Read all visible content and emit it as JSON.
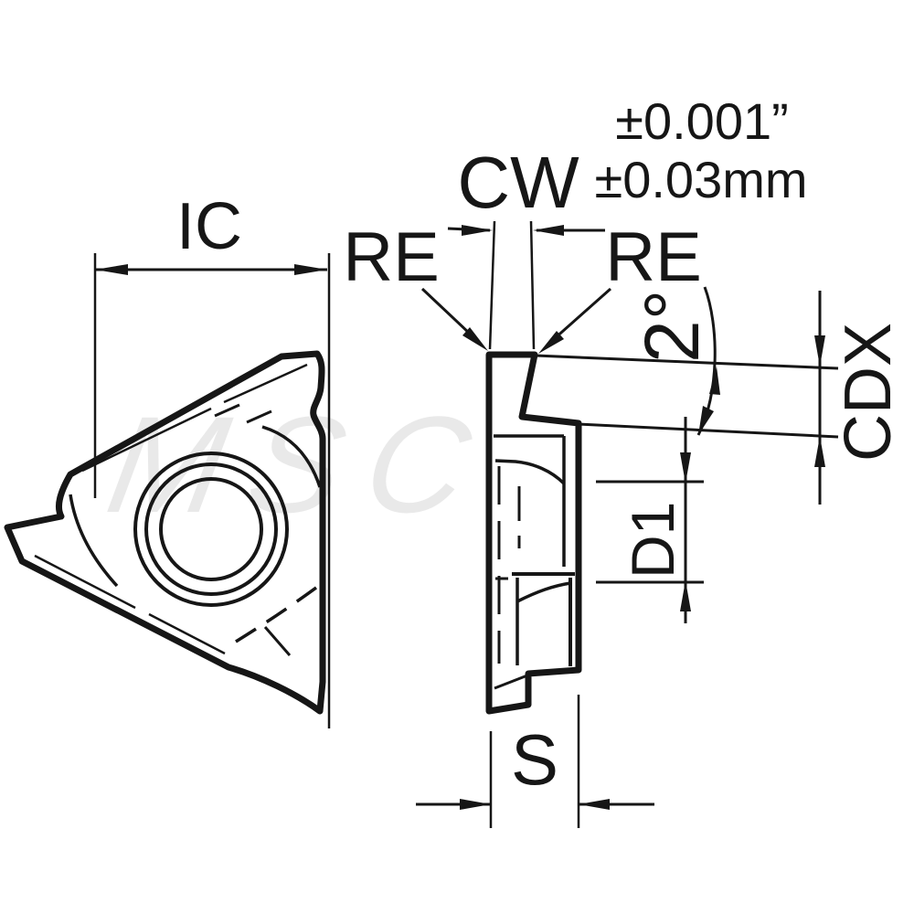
{
  "drawing": {
    "type": "insert-dimension-diagram",
    "background": "#ffffff",
    "line_color": "#161616",
    "watermark": {
      "text": "MSC",
      "color": "#e9e9e9"
    },
    "front_view": {
      "description": "triangular insert face with countersunk center hole",
      "dimension_labels": {
        "ic": "IC"
      }
    },
    "side_view": {
      "description": "insert end profile with cutting head and clamp rail",
      "dimension_labels": {
        "cw": "CW",
        "cw_tolerance_inch": "±0.001”",
        "cw_tolerance_mm": "±0.03mm",
        "re_left": "RE",
        "re_right": "RE",
        "relief_angle": "2°",
        "cdx": "CDX",
        "d1": "D1",
        "s": "S"
      }
    }
  }
}
